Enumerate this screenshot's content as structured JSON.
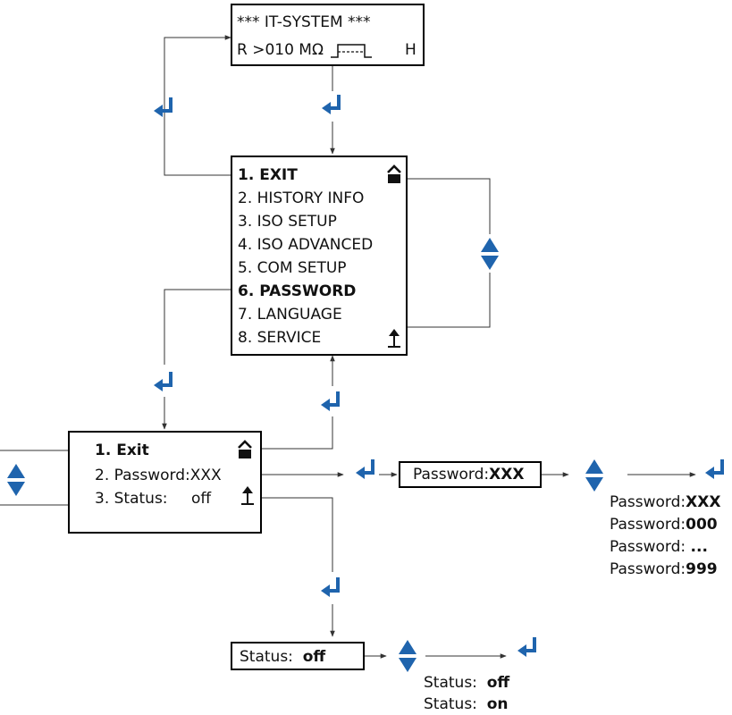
{
  "colors": {
    "arrow_blue": "#1f64ad",
    "line": "#333333"
  },
  "it_system": {
    "header": "*** IT-SYSTEM ***",
    "resistance": "R >010 MΩ",
    "level": "H",
    "icon": "threshold-pulse-icon"
  },
  "main_menu": {
    "items": [
      "1. EXIT",
      "2. HISTORY INFO",
      "3. ISO SETUP",
      "4. ISO ADVANCED",
      "5. COM SETUP",
      "6. PASSWORD",
      "7. LANGUAGE",
      "8. SERVICE"
    ],
    "icons": [
      "unlock-icon",
      "up-arrow-icon"
    ]
  },
  "password_menu": {
    "exit": "1. Exit",
    "password_label": "2. Password:",
    "password_value": "XXX",
    "status_label": "3. Status:",
    "status_value": "off",
    "icons": [
      "unlock-icon",
      "up-arrow-icon"
    ]
  },
  "password_box": {
    "label": "Password:",
    "value": "XXX"
  },
  "password_options": [
    {
      "label": "Password:",
      "value": "XXX"
    },
    {
      "label": "Password:",
      "value": "000"
    },
    {
      "label": "Password:",
      "value": "..."
    },
    {
      "label": "Password:",
      "value": "999"
    }
  ],
  "status_box": {
    "label": "Status:",
    "value": "off"
  },
  "status_options": [
    {
      "label": "Status:",
      "value": "off"
    },
    {
      "label": "Status:",
      "value": "on"
    }
  ],
  "icon_names": [
    "enter-icon",
    "up-down-icon",
    "arrow-right-icon"
  ]
}
